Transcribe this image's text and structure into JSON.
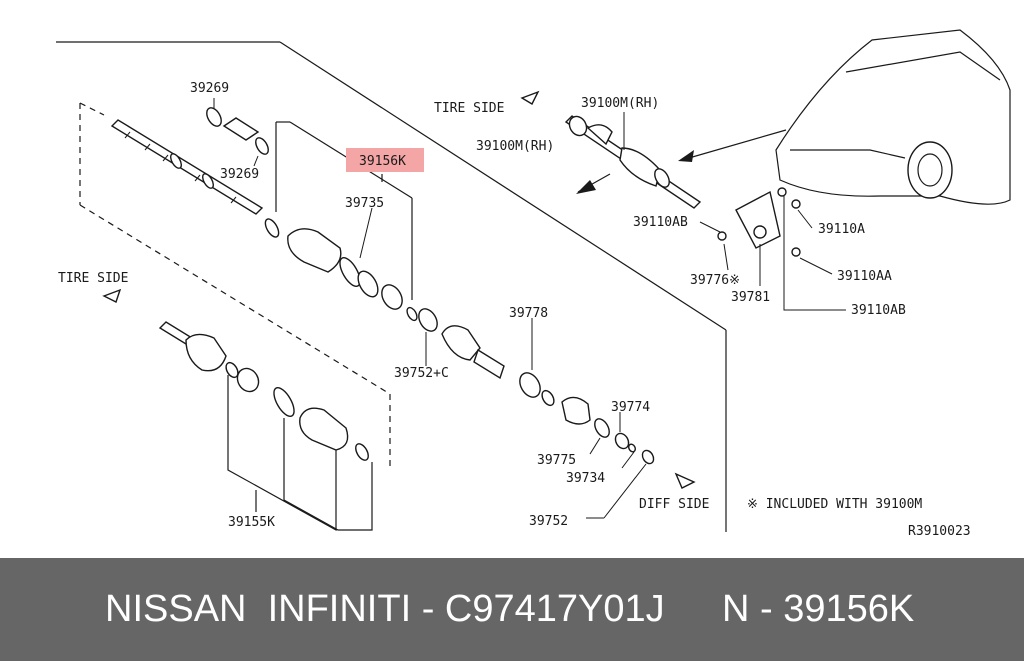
{
  "diagram": {
    "part_labels": {
      "p39269_top": "39269",
      "p39269_bottom": "39269",
      "p39156k": "39156K",
      "p39735": "39735",
      "p39100m_rh_center": "39100M(RH)",
      "p39100m_rh_top": "39100M(RH)",
      "p39110ab_left": "39110AB",
      "p39110a": "39110A",
      "p39776": "39776※",
      "p39110aa": "39110AA",
      "p39781": "39781",
      "p39110ab_right": "39110AB",
      "p39778": "39778",
      "p39752c": "39752+C",
      "p39774": "39774",
      "p39775": "39775",
      "p39734": "39734",
      "p39752": "39752",
      "p39155k": "39155K"
    },
    "direction_labels": {
      "tire_side_top": "TIRE SIDE",
      "tire_side_left": "TIRE SIDE",
      "diff_side": "DIFF SIDE"
    },
    "note": "※ INCLUDED WITH 39100M",
    "ref_code": "R3910023",
    "highlight_color": "#f4a5a5"
  },
  "banner": {
    "brand": "NISSAN  INFINITI - C97417Y01J",
    "part": "N - 39156K"
  }
}
